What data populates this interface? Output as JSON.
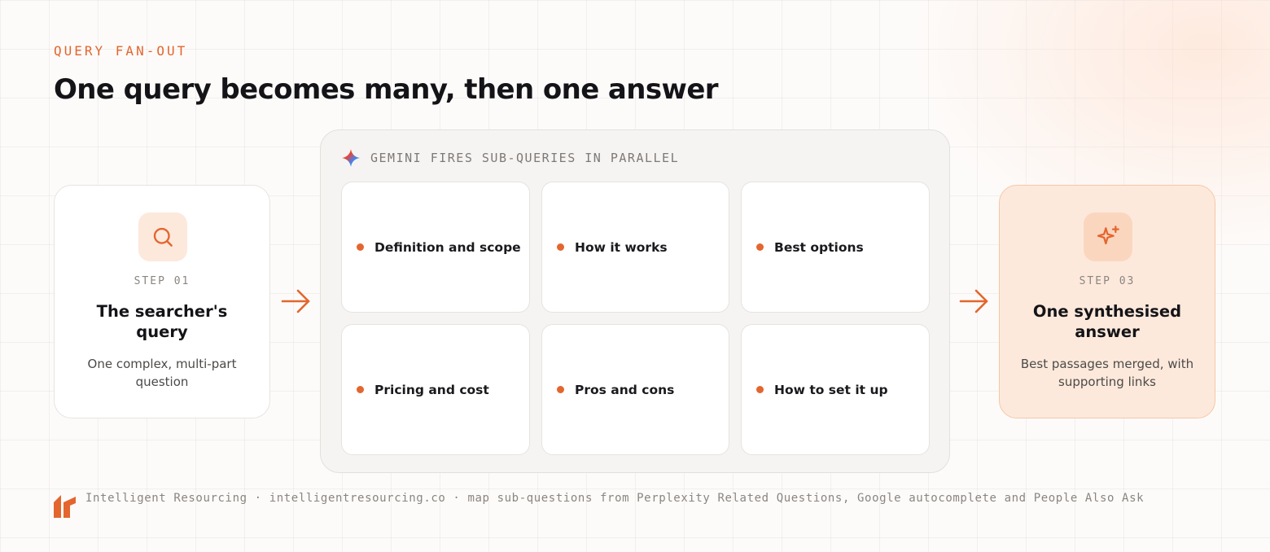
{
  "header": {
    "eyebrow": "QUERY FAN-OUT",
    "title": "One query becomes many, then one answer"
  },
  "steps": [
    {
      "label": "STEP 01",
      "title": "The searcher's query",
      "description": "One complex, multi-part question",
      "icon": "search-icon"
    },
    {
      "label": "STEP 03",
      "title": "One synthesised answer",
      "description": "Best passages merged, with supporting links",
      "icon": "sparkles-icon"
    }
  ],
  "panel": {
    "title": "GEMINI FIRES SUB-QUERIES IN PARALLEL",
    "icon": "gemini-sparkle-icon",
    "sub_queries": [
      "Definition and scope",
      "How it works",
      "Best options",
      "Pricing and cost",
      "Pros and cons",
      "How to set it up"
    ]
  },
  "footer": {
    "text": "Intelligent Resourcing · intelligentresourcing.co · map sub-questions from Perplexity Related Questions, Google autocomplete and People Also Ask",
    "logo": "intelligent-resourcing-logo"
  },
  "colors": {
    "accent": "#e3662e",
    "accent_soft": "#fde9dc",
    "text": "#141418",
    "muted": "#8a8580"
  }
}
